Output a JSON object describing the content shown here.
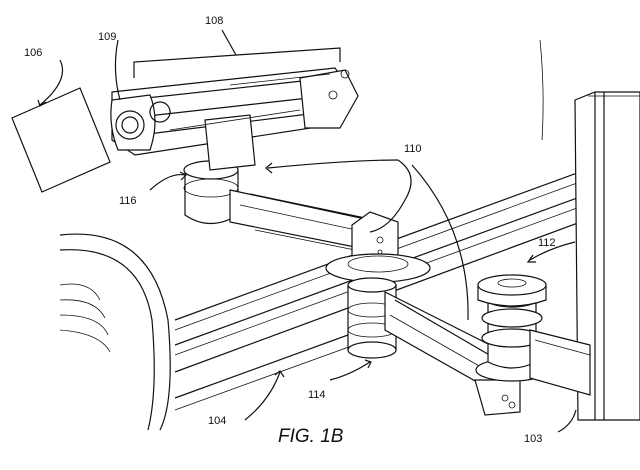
{
  "figure": {
    "caption": "FIG. 1B",
    "labels": {
      "l103": "103",
      "l104": "104",
      "l106": "106",
      "l108": "108",
      "l109": "109",
      "l110": "110",
      "l112": "112",
      "l114": "114",
      "l116": "116"
    }
  },
  "colors": {
    "ink": "#111111",
    "paper": "#ffffff"
  }
}
